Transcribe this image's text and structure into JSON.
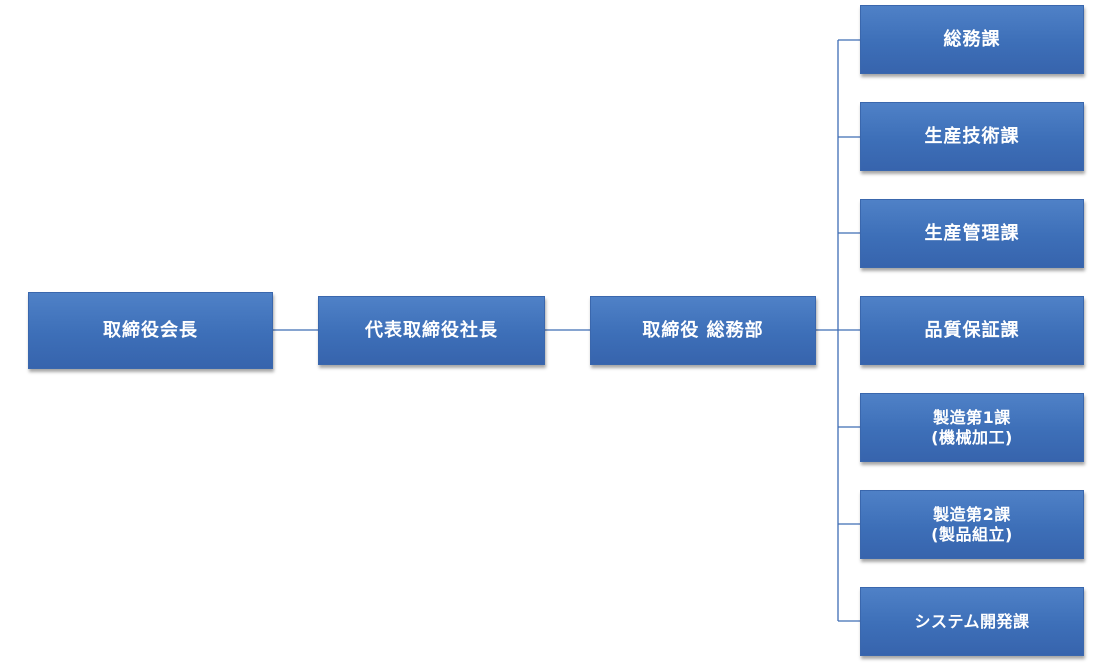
{
  "colors": {
    "box_fill": "#4472c4",
    "box_border": "#3a67ad",
    "connector": "#3f6db5",
    "text": "#ffffff"
  },
  "nodes": {
    "chairman": {
      "lines": [
        "取締役会長"
      ]
    },
    "president": {
      "lines": [
        "代表取締役社長"
      ]
    },
    "director": {
      "lines": [
        "取締役 総務部"
      ]
    },
    "general_affairs": {
      "lines": [
        "総務課"
      ]
    },
    "production_engineering": {
      "lines": [
        "生産技術課"
      ]
    },
    "production_control": {
      "lines": [
        "生産管理課"
      ]
    },
    "quality_assurance": {
      "lines": [
        "品質保証課"
      ]
    },
    "manufacturing_1": {
      "lines": [
        "製造第1課",
        "(機械加工)"
      ]
    },
    "manufacturing_2": {
      "lines": [
        "製造第2課",
        "(製品組立)"
      ]
    },
    "system_development": {
      "lines": [
        "システム開発課"
      ]
    }
  }
}
